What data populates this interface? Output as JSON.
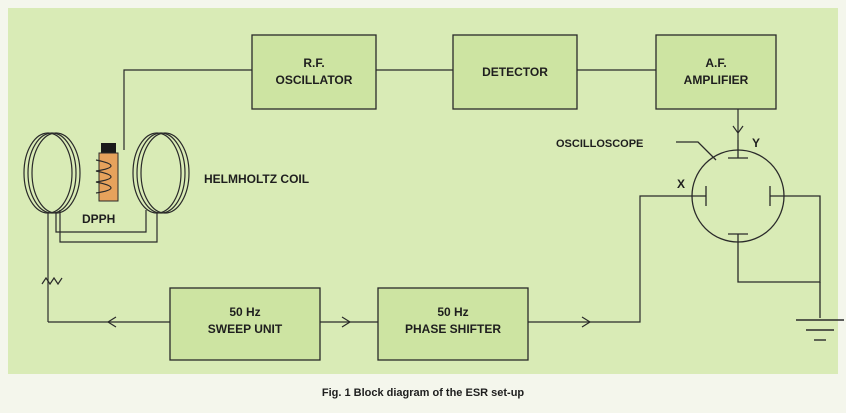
{
  "diagram": {
    "colors": {
      "panel": "#d9ebb6",
      "box": "#cde4a2",
      "line": "#2a2a2a",
      "page": "#f4f6ec"
    },
    "blocks": {
      "rf_oscillator": {
        "line1": "R.F.",
        "line2": "OSCILLATOR"
      },
      "detector": {
        "label": "DETECTOR"
      },
      "af_amplifier": {
        "line1": "A.F.",
        "line2": "AMPLIFIER"
      },
      "sweep_unit": {
        "line1": "50 Hz",
        "line2": "SWEEP UNIT"
      },
      "phase_shifter": {
        "line1": "50 Hz",
        "line2": "PHASE SHIFTER"
      }
    },
    "labels": {
      "helmholtz_coil": "HELMHOLTZ COIL",
      "dpph": "DPPH",
      "oscilloscope": "OSCILLOSCOPE",
      "x_plate": "X",
      "y_plate": "Y"
    },
    "caption": "Fig. 1   Block diagram of the ESR set-up"
  }
}
